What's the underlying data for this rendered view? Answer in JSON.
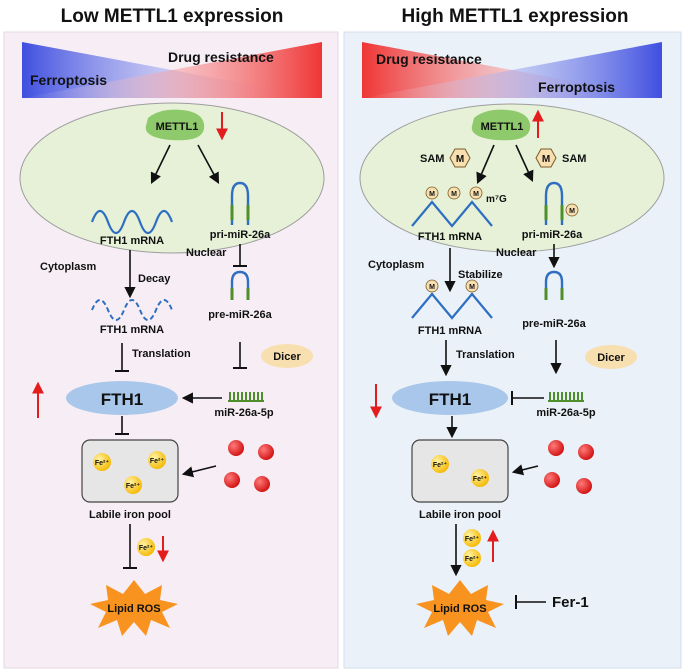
{
  "left": {
    "title": "Low METTL1 expression",
    "drug_resistance": "Drug resistance",
    "ferroptosis": "Ferroptosis",
    "mettl1": "METTL1",
    "fth1_mrna_nuclear": "FTH1 mRNA",
    "pri_mir": "pri-miR-26a",
    "nuclear": "Nuclear",
    "cytoplasm": "Cytoplasm",
    "decay": "Decay",
    "fth1_mrna_cyto": "FTH1 mRNA",
    "pre_mir": "pre-miR-26a",
    "translation": "Translation",
    "dicer": "Dicer",
    "fth1": "FTH1",
    "mir_5p": "miR-26a-5p",
    "fe2": "Fe²⁺",
    "labile_iron_pool": "Labile iron pool",
    "lipid_ros": "Lipid ROS"
  },
  "right": {
    "title": "High METTL1 expression",
    "drug_resistance": "Drug resistance",
    "ferroptosis": "Ferroptosis",
    "mettl1": "METTL1",
    "sam_left": "SAM",
    "sam_right": "SAM",
    "m_badge": "M",
    "m7g": "m⁷G",
    "fth1_mrna_nuclear": "FTH1 mRNA",
    "pri_mir": "pri-miR-26a",
    "nuclear": "Nuclear",
    "cytoplasm": "Cytoplasm",
    "stabilize": "Stabilize",
    "fth1_mrna_cyto": "FTH1 mRNA",
    "pre_mir": "pre-miR-26a",
    "translation": "Translation",
    "dicer": "Dicer",
    "fth1": "FTH1",
    "mir_5p": "miR-26a-5p",
    "fe2": "Fe²⁺",
    "labile_iron_pool": "Labile iron pool",
    "lipid_ros": "Lipid ROS",
    "fer1": "Fer-1"
  },
  "colors": {
    "left_panel_bg": "#f7eef5",
    "right_panel_bg": "#eaf1f8",
    "nucleus_fill": "#e6f1d8",
    "mettl1_fill": "#8ec96b",
    "fth1_fill": "#a9c7ea",
    "dicer_fill": "#f8dfb0",
    "pool_fill": "#e6e6e6",
    "fe2_fill": "#f7c21a",
    "fe3_fill": "#e31d1d",
    "ros_fill": "#f7931e",
    "rna_blue": "#2f6fc1",
    "stem_green": "#4e8f2b",
    "up_down_arrow": "#e31d1d",
    "gradient_blue": "#3f4fe0",
    "gradient_red": "#ef3535"
  }
}
